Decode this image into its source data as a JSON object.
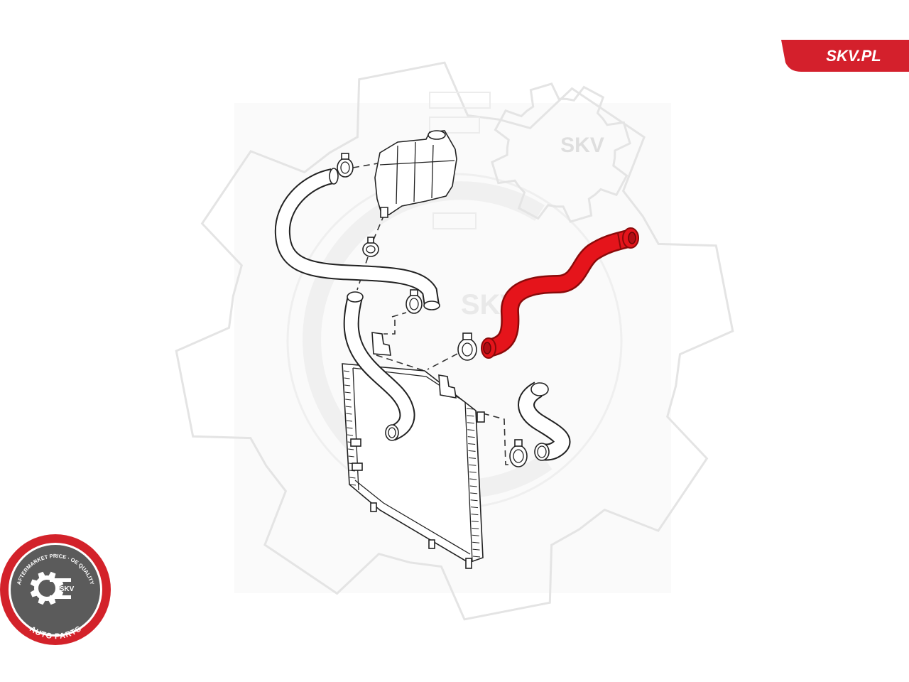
{
  "brand": {
    "tab_label": "SKV.PL",
    "accent_color": "#d4202c"
  },
  "watermark": {
    "text": "SKV",
    "color": "#e4e4e4"
  },
  "logo": {
    "top_text": "AFTERMARKET PRICE · OE QUALITY",
    "center_text": "SKV",
    "bottom_text": "AUTO PARTS",
    "ring_color": "#d3222a",
    "inner_color": "#5b5b5b"
  },
  "diagram": {
    "highlighted_part_color": "#e5141b",
    "highlighted_part_outline": "#8a0a0a",
    "line_color": "#222222",
    "icons": [
      "expansion-tank-icon",
      "hose-icon",
      "hose-clamp-icon",
      "radiator-icon",
      "gear-icon"
    ]
  }
}
